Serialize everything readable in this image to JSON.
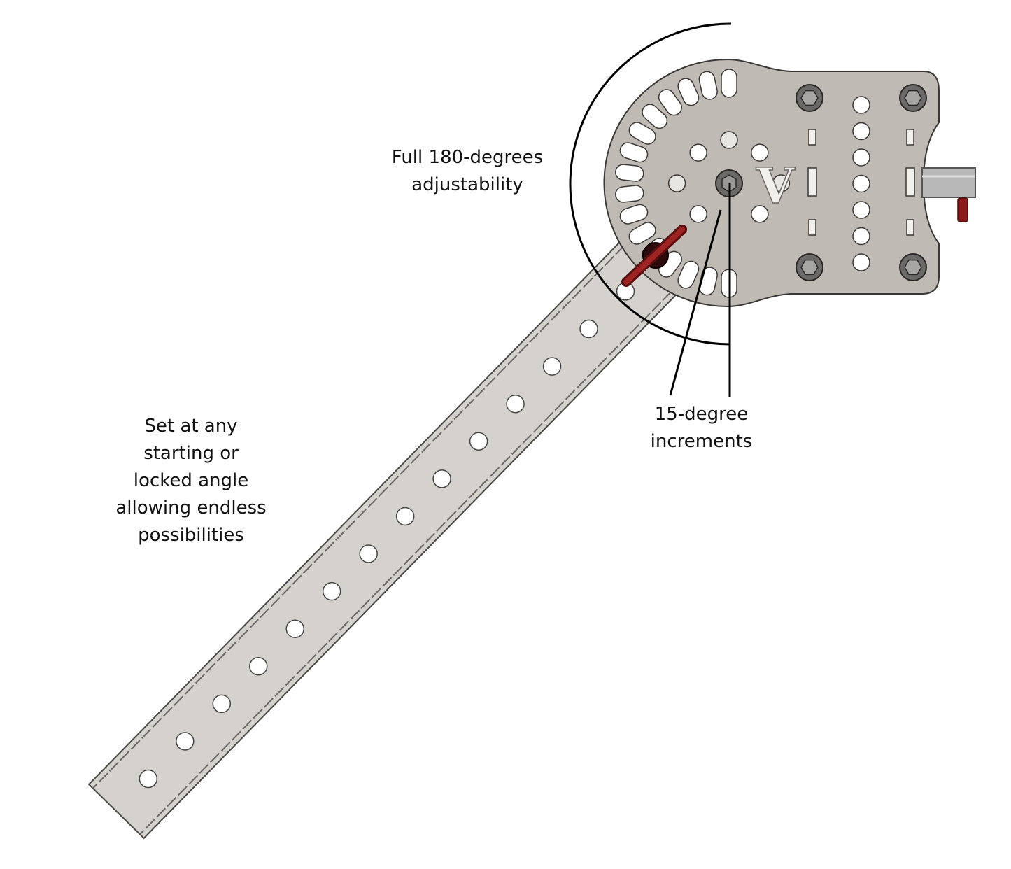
{
  "annotations": {
    "adjustability": [
      "Full 180-degrees",
      "adjustability"
    ],
    "increments": [
      "15-degree",
      "increments"
    ],
    "angle": [
      "Set at any",
      "starting or",
      "locked angle",
      "allowing endless",
      "possibilities"
    ]
  },
  "plate_logo": "V",
  "colors": {
    "plate": "#bfbab3",
    "plate_edge": "#3a3836",
    "bar": "#d5d2cd",
    "bar_edge": "#4a4846",
    "pin": "#8b1a1a",
    "shaft": "#b8b8b8",
    "line": "#000000"
  }
}
